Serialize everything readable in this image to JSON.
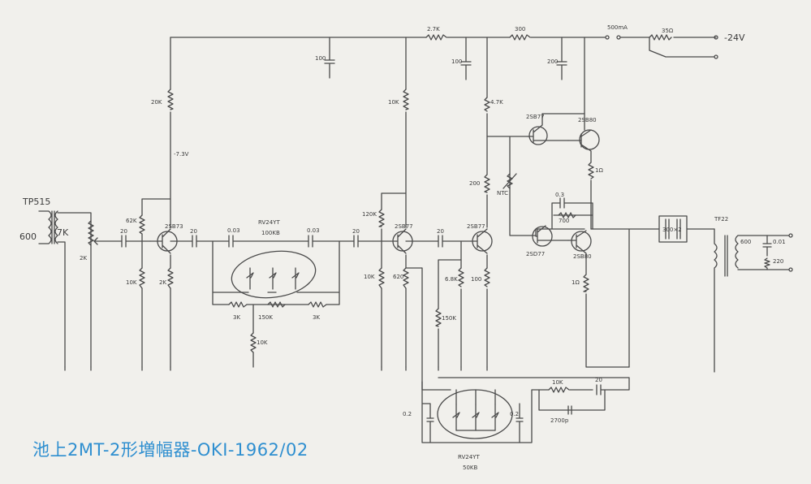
{
  "caption": "池上2MT-2形増幅器-OKI-1962/02",
  "labels": {
    "input_transformer": "TP515",
    "imp_600": "600",
    "imp_7k": "7K",
    "pot_2k": "2K",
    "r62k": "62K",
    "r20k": "20K",
    "v_neg73": "-7.3V",
    "r10k_a": "10K",
    "r2k": "2K",
    "c20_a": "20",
    "q1": "2SB73",
    "c20_b": "20",
    "c003_a": "0.03",
    "rv1": "RV24YT",
    "rv1_val": "100KB",
    "c003_b": "0.03",
    "c20_c": "20",
    "r3k_a": "3K",
    "r150k_a": "150K",
    "r3k_b": "3K",
    "r10k_b": "10K",
    "c100_a": "100",
    "r27k": "2.7K",
    "c100_b": "100",
    "r300": "300",
    "c200": "200",
    "fuse": "500mA",
    "r35": "35Ω",
    "supply": "-24V",
    "r10k_c": "10K",
    "r120k": "120K",
    "q2": "2SB77",
    "r10k_d": "10K",
    "r620": "620",
    "c20_d": "20",
    "q3": "2SB77",
    "r68k": "6.8K",
    "r150k_b": "150K",
    "r100": "100",
    "r47k": "4.7K",
    "r200": "200",
    "ntc": "NTC",
    "q4": "2SB77",
    "q5": "2SB80",
    "r1a": "1Ω",
    "c03": "0.3",
    "r700": "700",
    "q6": "2SD77",
    "q7": "2SB80",
    "r1b": "1Ω",
    "c300": "300×2",
    "output_transformer": "TF22",
    "out_600": "600",
    "c001": "0.01",
    "r220": "220",
    "r10k_fb": "10K",
    "c20_e": "20",
    "c2700": "2700p",
    "c02_a": "0.2",
    "c02_b": "0.2",
    "rv2": "RV24YT",
    "rv2_val": "50KB"
  }
}
